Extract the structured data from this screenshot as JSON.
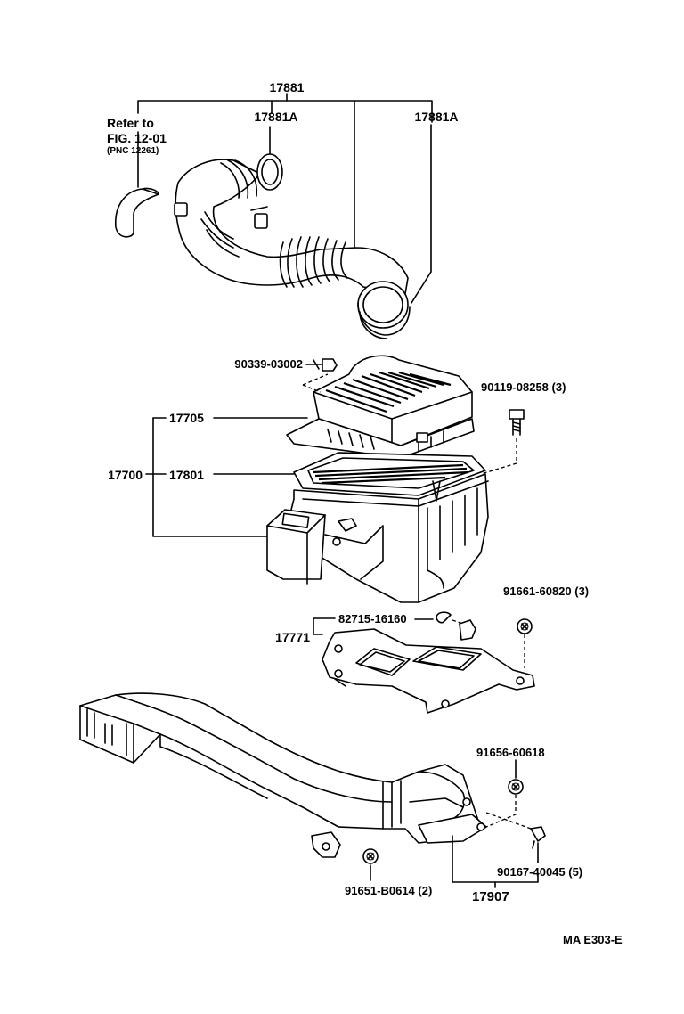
{
  "labels": {
    "p17881": "17881",
    "p17881A_left": "17881A",
    "p17881A_right": "17881A",
    "refer_line1": "Refer to",
    "refer_line2": "FIG. 12-01",
    "refer_line3": "(PNC 12261)",
    "p90339": "90339-03002",
    "p90119": "90119-08258 (3)",
    "p17705": "17705",
    "p17700": "17700",
    "p17801": "17801",
    "p91661": "91661-60820 (3)",
    "p82715": "82715-16160",
    "p17771": "17771",
    "p91656": "91656-60618",
    "p90167": "90167-40045 (5)",
    "p91651": "91651-B0614 (2)",
    "p17907": "17907",
    "figure_code": "MA  E303-E"
  }
}
